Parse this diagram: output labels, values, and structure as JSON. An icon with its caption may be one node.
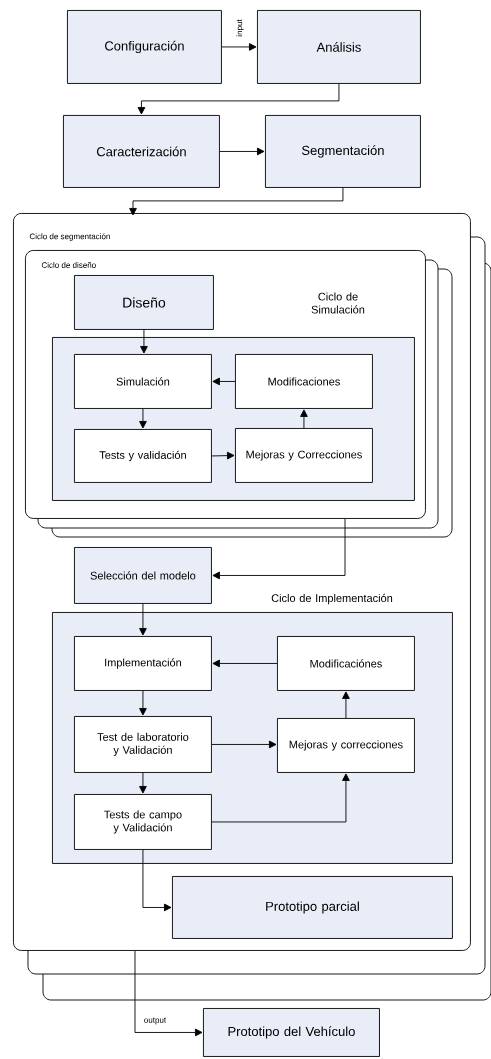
{
  "diagram": {
    "nodes": [
      {
        "text": [
          "Configuración"
        ]
      },
      {
        "text": [
          "Análisis"
        ]
      },
      {
        "text": [
          "Caracterización"
        ]
      },
      {
        "text": [
          "Segmentación"
        ]
      },
      {
        "text": [
          "Ciclo de segmentación"
        ]
      },
      {
        "text": [
          "Ciclo de diseño"
        ],
        "in": 4
      },
      {
        "text": [
          "Diseño"
        ],
        "in": 5
      },
      {
        "text": [
          "Ciclo de Simulación"
        ],
        "in": 5
      },
      {
        "text": [
          "Simulación"
        ],
        "in": 7
      },
      {
        "text": [
          "Modificaciones"
        ],
        "in": 7
      },
      {
        "text": [
          "Tests y validación"
        ],
        "in": 7
      },
      {
        "text": [
          "Mejoras y Correcciones"
        ],
        "in": 7
      },
      {
        "text": [
          "Selección del modelo"
        ],
        "in": 4
      },
      {
        "text": [
          "Ciclo de Implementación"
        ],
        "in": 4
      },
      {
        "text": [
          "Implementación"
        ],
        "in": 13
      },
      {
        "text": [
          "Modificaciónes"
        ],
        "in": 13
      },
      {
        "text": [
          "Test de laboratorio y Validación"
        ],
        "in": 13
      },
      {
        "text": [
          "Mejoras y correcciones"
        ],
        "in": 13
      },
      {
        "text": [
          "Tests de campo y Validación"
        ],
        "in": 13
      },
      {
        "text": [
          "Prototipo parcial"
        ],
        "in": 4
      },
      {
        "text": [
          "Prototipo del Vehículo"
        ]
      }
    ],
    "edges": [
      {
        "from": 0,
        "to": 1,
        "arrow": "to",
        "label": "input"
      },
      {
        "from": 1,
        "to": 2,
        "arrow": "to"
      },
      {
        "from": 2,
        "to": 3,
        "arrow": "to"
      },
      {
        "from": 3,
        "to": 4,
        "arrow": "to"
      },
      {
        "from": 6,
        "to": 8,
        "arrow": "to"
      },
      {
        "from": 9,
        "to": 8,
        "arrow": "to"
      },
      {
        "from": 8,
        "to": 10,
        "arrow": "to"
      },
      {
        "from": 10,
        "to": 11,
        "arrow": "to"
      },
      {
        "from": 11,
        "to": 9,
        "arrow": "to"
      },
      {
        "from": 5,
        "to": 12,
        "arrow": "to"
      },
      {
        "from": 12,
        "to": 14,
        "arrow": "to"
      },
      {
        "from": 15,
        "to": 14,
        "arrow": "to"
      },
      {
        "from": 14,
        "to": 16,
        "arrow": "to"
      },
      {
        "from": 16,
        "to": 17,
        "arrow": "to"
      },
      {
        "from": 17,
        "to": 15,
        "arrow": "to"
      },
      {
        "from": 16,
        "to": 18,
        "arrow": "to"
      },
      {
        "from": 18,
        "to": 17,
        "arrow": "to"
      },
      {
        "from": 18,
        "to": 19,
        "arrow": "to"
      },
      {
        "from": 4,
        "to": 20,
        "arrow": "to",
        "label": "output"
      }
    ]
  }
}
